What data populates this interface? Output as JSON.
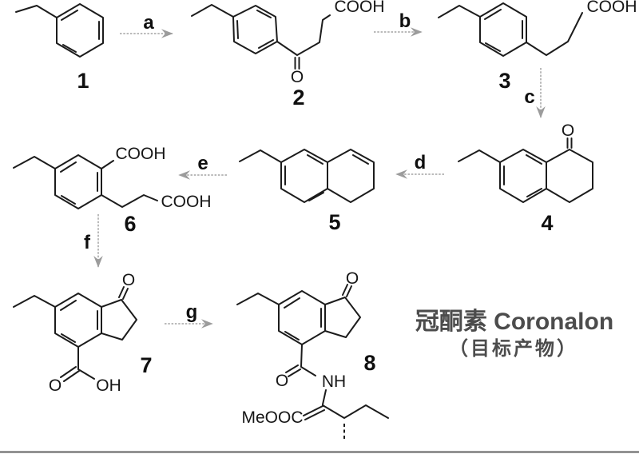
{
  "compounds": [
    {
      "number": "1",
      "labels": []
    },
    {
      "number": "2",
      "labels": [
        "COOH",
        "O"
      ]
    },
    {
      "number": "3",
      "labels": [
        "COOH"
      ]
    },
    {
      "number": "4",
      "labels": [
        "O"
      ]
    },
    {
      "number": "5",
      "labels": []
    },
    {
      "number": "6",
      "labels": [
        "COOH",
        "COOH"
      ]
    },
    {
      "number": "7",
      "labels": [
        "O",
        "O",
        "OH"
      ]
    },
    {
      "number": "8",
      "labels": [
        "O",
        "O",
        "NH",
        "MeOOC"
      ]
    }
  ],
  "steps": [
    {
      "label": "a"
    },
    {
      "label": "b"
    },
    {
      "label": "c"
    },
    {
      "label": "d"
    },
    {
      "label": "e"
    },
    {
      "label": "f"
    },
    {
      "label": "g"
    }
  ],
  "annotation": {
    "line1": "冠酮素 Coronalon",
    "line2": "（目标产物）"
  },
  "colors": {
    "bond": "#1c1c1c",
    "arrow": "#a3a3a3",
    "label_text": "#0f0f0f",
    "annotation_text": "#4c4c4c",
    "divider": "#7e7e7e"
  }
}
